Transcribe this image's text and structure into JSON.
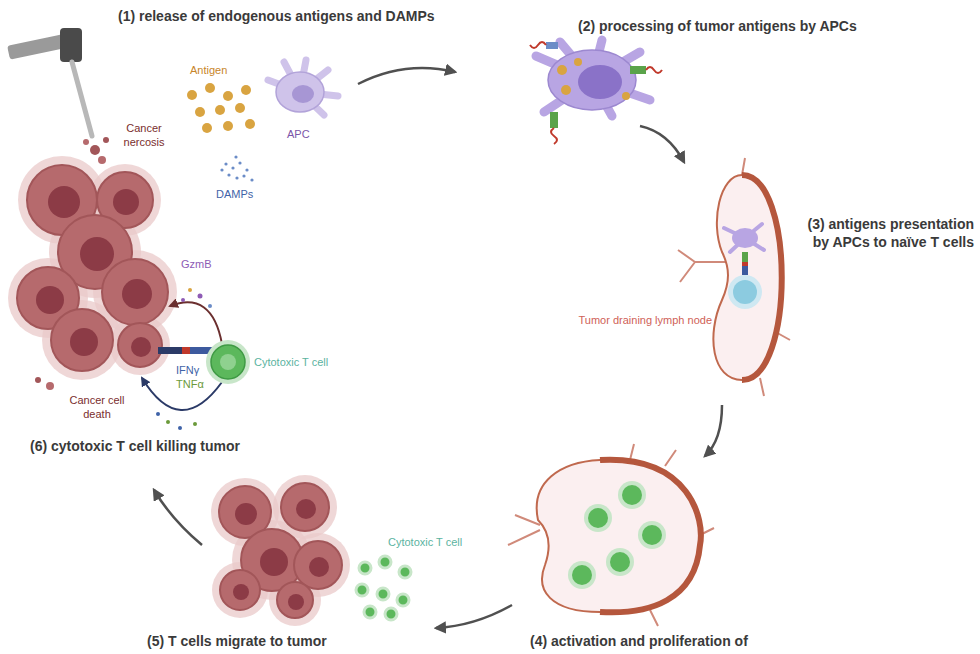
{
  "diagram": {
    "labels": [
      "(1) release of endogenous antigens and DAMPs",
      "Antigen",
      "APC",
      "DAMPs",
      "Cancer nercosis",
      "(2) processing of tumor antigens by APCs",
      "(3) antigens presentation by APCs to naïve T cells",
      "Tumor draining lymph node",
      "GzmB",
      "IFNγ",
      "TNFα",
      "Cytotoxic T cell",
      "Cancer cell death",
      "(6) cytotoxic T cell killing tumor",
      "Cytotoxic T cell",
      "(5) T cells migrate to tumor",
      "(4) activation and proliferation of"
    ]
  }
}
